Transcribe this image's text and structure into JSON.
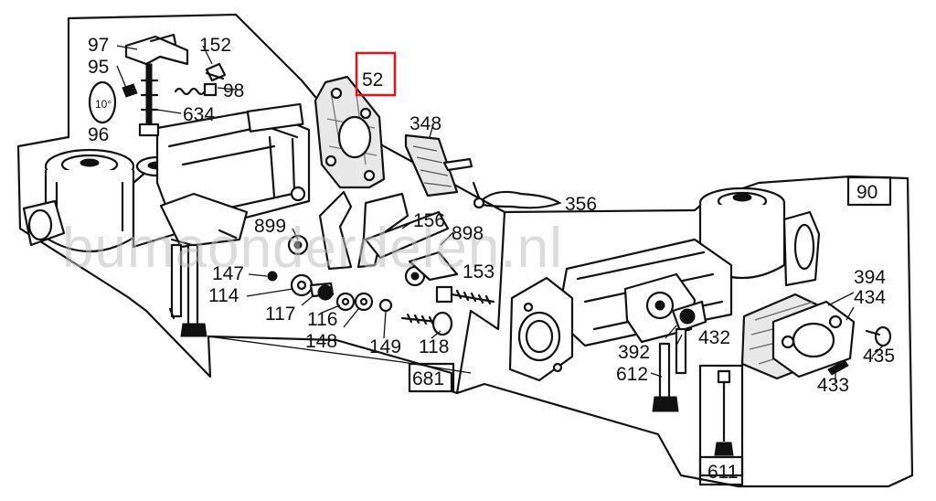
{
  "labels": {
    "p97": "97",
    "p95": "95",
    "p152": "152",
    "p98": "98",
    "p634": "634",
    "p96": "96",
    "p52": "52",
    "p348": "348",
    "p356": "356",
    "p90": "90",
    "p899": "899",
    "p156": "156",
    "p898": "898",
    "p153": "153",
    "p147": "147",
    "p114": "114",
    "p117": "117",
    "p116": "116",
    "p148": "148",
    "p149": "149",
    "p118": "118",
    "p681": "681",
    "p394": "394",
    "p434": "434",
    "p392": "392",
    "p432": "432",
    "p612": "612",
    "p435": "435",
    "p433": "433",
    "p611": "611"
  },
  "highlighted_part": "52",
  "highlight_color": "#e0151b",
  "dial_text": "10°",
  "watermark": "bumaonderdelen.nl"
}
